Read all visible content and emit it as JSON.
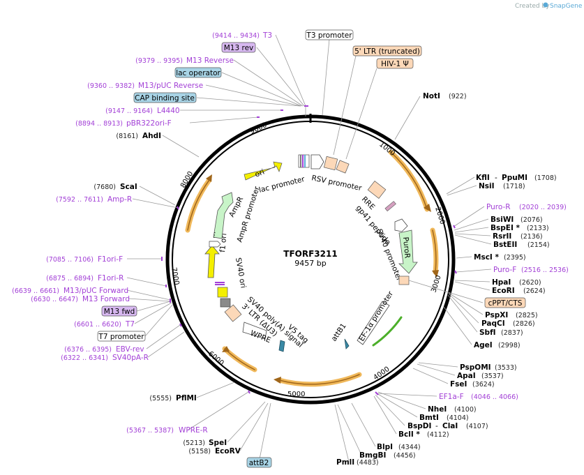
{
  "branding": {
    "created_by": "Created by",
    "product": "SnapGene"
  },
  "map": {
    "name": "TFORF3211",
    "length": "9457 bp"
  },
  "ruler_ticks": [
    "1000",
    "2000",
    "3000",
    "4000",
    "5000",
    "6000",
    "7000",
    "8000",
    "9000"
  ],
  "features": {
    "ori": "ori",
    "lac_promoter": "lac promoter",
    "rsv_promoter": "RSV promoter",
    "rre": "RRE",
    "gp41": "gp41 peptide",
    "sv40_promoter_r": "SV40 promoter",
    "puror": "PuroR",
    "ef1a_promoter": "EF-1α promoter",
    "attb1": "attB1",
    "v5_tag": "V5 tag",
    "sv40_polya": "SV40 poly(A) signal",
    "ltr": "3' LTR (ΔU3)",
    "wpre": "WPRE",
    "sv40_ori": "SV40 ori",
    "f1_ori": "f1 ori",
    "ampr_promoter": "AmpR promoter",
    "ampr": "AmpR",
    "ellipsis": "..."
  },
  "left_labels": [
    {
      "pos": "(9414 .. 9434)",
      "name": "T3",
      "kind": "primer"
    },
    {
      "name": "M13 rev",
      "kind": "box-purple"
    },
    {
      "pos": "(9379 .. 9395)",
      "name": "M13 Reverse",
      "kind": "primer"
    },
    {
      "name": "lac operator",
      "kind": "box-blue"
    },
    {
      "pos": "(9360 .. 9382)",
      "name": "M13/pUC Reverse",
      "kind": "primer"
    },
    {
      "name": "CAP binding site",
      "kind": "box-blue"
    },
    {
      "pos": "(9147 .. 9164)",
      "name": "L4440",
      "kind": "primer"
    },
    {
      "pos": "(8894 .. 8913)",
      "name": "pBR322ori-F",
      "kind": "primer"
    },
    {
      "pos": "(8161)",
      "name": "AhdI",
      "kind": "site"
    },
    {
      "pos": "(7680)",
      "name": "ScaI",
      "kind": "site"
    },
    {
      "pos": "(7592 .. 7611)",
      "name": "Amp-R",
      "kind": "primer"
    },
    {
      "pos": "(7085 .. 7106)",
      "name": "F1ori-F",
      "kind": "primer"
    },
    {
      "pos": "(6875 .. 6894)",
      "name": "F1ori-R",
      "kind": "primer"
    },
    {
      "pos": "(6639 .. 6661)",
      "name": "M13/pUC Forward",
      "kind": "primer"
    },
    {
      "pos": "(6630 .. 6647)",
      "name": "M13 Forward",
      "kind": "primer"
    },
    {
      "name": "M13 fwd",
      "kind": "box-purple"
    },
    {
      "pos": "(6601 .. 6620)",
      "name": "T7",
      "kind": "primer"
    },
    {
      "name": "T7 promoter",
      "kind": "box-white"
    },
    {
      "pos": "(6376 .. 6395)",
      "name": "EBV-rev",
      "kind": "primer"
    },
    {
      "pos": "(6322 .. 6341)",
      "name": "SV40pA-R",
      "kind": "primer"
    },
    {
      "pos": "(5555)",
      "name": "PflMI",
      "kind": "site"
    },
    {
      "pos": "(5367 .. 5387)",
      "name": "WPRE-R",
      "kind": "primer"
    },
    {
      "pos": "(5213)",
      "name": "SpeI",
      "kind": "site"
    },
    {
      "pos": "(5158)",
      "name": "EcoRV",
      "kind": "site"
    },
    {
      "name": "attB2",
      "kind": "box-blue"
    }
  ],
  "top_labels": [
    {
      "name": "T3 promoter",
      "kind": "box-white"
    },
    {
      "name": "5' LTR (truncated)",
      "kind": "box-orange"
    },
    {
      "name": "HIV-1 Ψ",
      "kind": "box-orange"
    }
  ],
  "right_labels": [
    {
      "name": "NotI",
      "pos": "(922)",
      "kind": "site"
    },
    {
      "name": "KflI",
      "name2": "PpuMI",
      "pos": "(1708)",
      "kind": "site"
    },
    {
      "name": "NsiI",
      "pos": "(1718)",
      "kind": "site"
    },
    {
      "name": "Puro-R",
      "pos": "(2020 .. 2039)",
      "kind": "primer"
    },
    {
      "name": "BsiWI",
      "pos": "(2076)",
      "kind": "site"
    },
    {
      "name": "BspEI *",
      "pos": "(2133)",
      "kind": "site"
    },
    {
      "name": "RsrII",
      "pos": "(2136)",
      "kind": "site"
    },
    {
      "name": "BstEII",
      "pos": "(2154)",
      "kind": "site"
    },
    {
      "name": "MscI *",
      "pos": "(2395)",
      "kind": "site"
    },
    {
      "name": "Puro-F",
      "pos": "(2516 .. 2536)",
      "kind": "primer"
    },
    {
      "name": "HpaI",
      "pos": "(2620)",
      "kind": "site"
    },
    {
      "name": "EcoRI",
      "pos": "(2624)",
      "kind": "site"
    },
    {
      "name": "cPPT/CTS",
      "kind": "box-orange"
    },
    {
      "name": "PspXI",
      "pos": "(2825)",
      "kind": "site"
    },
    {
      "name": "PaqCI",
      "pos": "(2826)",
      "kind": "site"
    },
    {
      "name": "SbfI",
      "pos": "(2837)",
      "kind": "site"
    },
    {
      "name": "AgeI",
      "pos": "(2998)",
      "kind": "site"
    },
    {
      "name": "PspOMI",
      "pos": "(3533)",
      "kind": "site"
    },
    {
      "name": "ApaI",
      "pos": "(3537)",
      "kind": "site"
    },
    {
      "name": "FseI",
      "pos": "(3624)",
      "kind": "site"
    },
    {
      "name": "EF1a-F",
      "pos": "(4046 .. 4066)",
      "kind": "primer"
    },
    {
      "name": "NheI",
      "pos": "(4100)",
      "kind": "site"
    },
    {
      "name": "BmtI",
      "pos": "(4104)",
      "kind": "site"
    },
    {
      "name": "BspDI",
      "name2": "ClaI",
      "pos": "(4107)",
      "kind": "site"
    },
    {
      "name": "BclI *",
      "pos": "(4112)",
      "kind": "site"
    },
    {
      "name": "BlpI",
      "pos": "(4344)",
      "kind": "site"
    },
    {
      "name": "BmgBI",
      "pos": "(4456)",
      "kind": "site"
    },
    {
      "name": "PmlI",
      "pos": "(4483)",
      "kind": "site"
    }
  ],
  "colors": {
    "primer": "#a23fd6",
    "orf_fill": "#f0b85a",
    "backbone": "#000000"
  }
}
